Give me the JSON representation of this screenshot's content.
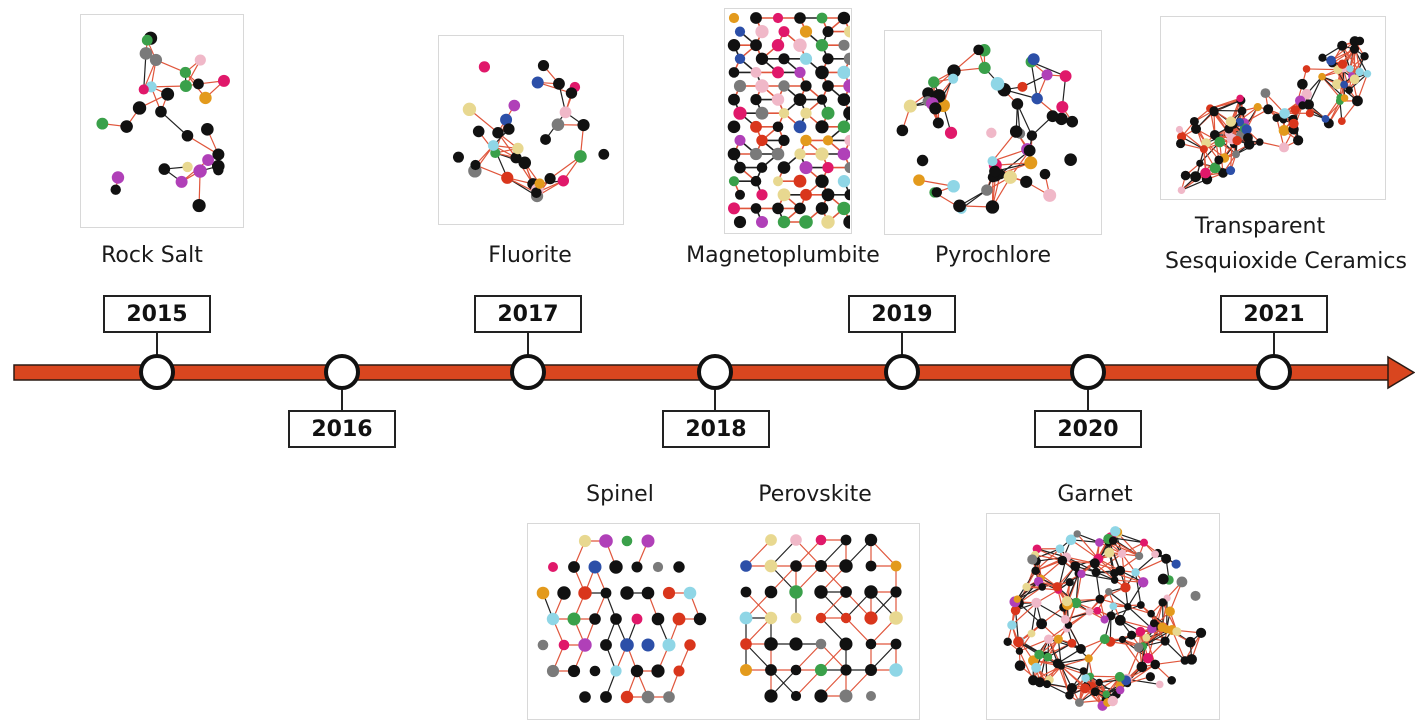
{
  "timeline": {
    "line_color": "#d9461f",
    "node_fill": "#ffffff",
    "node_stroke": "#111111",
    "years": [
      {
        "label": "2015",
        "side": "above"
      },
      {
        "label": "2016",
        "side": "below"
      },
      {
        "label": "2017",
        "side": "above"
      },
      {
        "label": "2018",
        "side": "below"
      },
      {
        "label": "2019",
        "side": "above"
      },
      {
        "label": "2020",
        "side": "below"
      },
      {
        "label": "2021",
        "side": "above"
      }
    ]
  },
  "structures": {
    "rock_salt": "Rock Salt",
    "fluorite": "Fluorite",
    "magnetoplumbite": "Magnetoplumbite",
    "pyrochlore": "Pyrochlore",
    "transparent_line1": "Transparent",
    "transparent_line2": "Sesquioxide Ceramics",
    "spinel": "Spinel",
    "perovskite": "Perovskite",
    "garnet": "Garnet"
  },
  "atom_palette": [
    "#111111",
    "#d9361c",
    "#2c4fa8",
    "#3aa04a",
    "#e39a1c",
    "#b040b8",
    "#8fd6e6",
    "#f0b8c8",
    "#e8d890",
    "#e0186a",
    "#7a7a7a"
  ]
}
